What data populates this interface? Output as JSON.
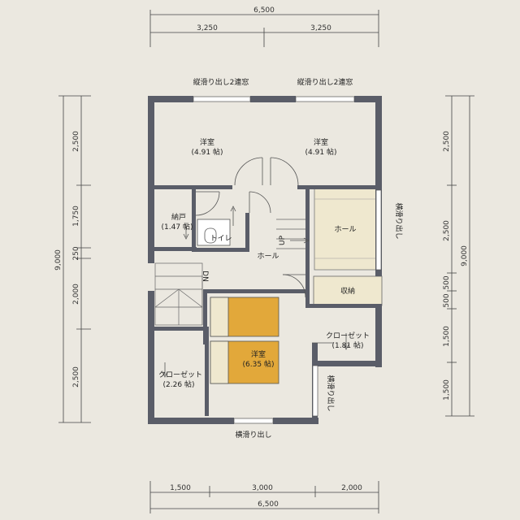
{
  "top_dims": {
    "total": "6,500",
    "left": "3,250",
    "right": "3,250"
  },
  "bottom_dims": {
    "a": "1,500",
    "b": "3,000",
    "c": "2,000",
    "total": "6,500"
  },
  "left_dims": {
    "total": "9,000",
    "d1": "2,500",
    "d2": "1,750",
    "d3": "250",
    "d4": "2,000",
    "d5": "2,500"
  },
  "right_dims": {
    "total": "9,000",
    "d1": "2,500",
    "d2": "2,500",
    "d3": "500",
    "d4": "500",
    "d5": "1,500",
    "d6": "1,500"
  },
  "windows": {
    "top_left": "縦滑り出し2連窓",
    "top_right": "縦滑り出し2連窓",
    "right_upper": "横滑り出し",
    "right_lower": "横滑り出し",
    "bottom": "横滑り出し"
  },
  "rooms": {
    "western_left": {
      "name": "洋室",
      "area": "(4.91 帖)"
    },
    "western_right": {
      "name": "洋室",
      "area": "(4.91 帖)"
    },
    "storage": {
      "name": "納戸",
      "area": "(1.47 帖)"
    },
    "toilet": "トイレ",
    "hall_center": "ホール",
    "hall_right": "ホール",
    "shuno": "収納",
    "closet_right": {
      "name": "クローゼット",
      "area": "(1.81 帖)"
    },
    "western_main": {
      "name": "洋室",
      "area": "(6.35 帖)"
    },
    "closet_left": {
      "name": "クローゼット",
      "area": "(2.26 帖)"
    }
  },
  "stairs": {
    "up": "UP",
    "down": "DN"
  },
  "colors": {
    "wall": "#5a5d68",
    "bed": "#e2a83a",
    "furniture": "#efe8cf",
    "background": "#ebe8e0"
  }
}
